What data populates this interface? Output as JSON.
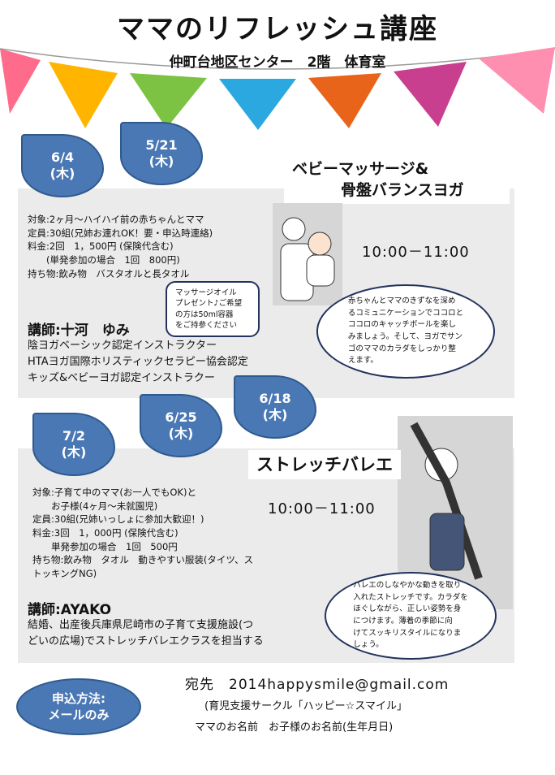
{
  "header": {
    "title_main": "ママの",
    "title_small": "リフレッシュ講座",
    "venue": "仲町台地区センター　2階　体育室"
  },
  "flags": {
    "colors": [
      "#ff6b8a",
      "#ffb400",
      "#7cc243",
      "#2ba8e0",
      "#e8641b",
      "#c93f8f",
      "#ff8fb1"
    ]
  },
  "session1": {
    "dates": [
      {
        "date": "6/4",
        "day": "(木)"
      },
      {
        "date": "5/21",
        "day": "(木)"
      }
    ],
    "title_line1": "ベビーマッサージ&",
    "title_line2": "骨盤バランスヨガ",
    "time": "10:00－11:00",
    "info": [
      "対象:2ヶ月～ハイハイ前の赤ちゃんとママ",
      "定員:30組(兄姉お連れOK！要・申込時連絡)",
      "料金:2回　1，500円 (保険代含む)",
      "　　(単発参加の場合　1回　800円)",
      "持ち物:飲み物　バスタオルと長タオル"
    ],
    "note": [
      "マッサージオイル",
      "プレゼント♪ご希望",
      "の方は50ml容器",
      "をご持参ください"
    ],
    "teacher": "講師:十河　ゆみ",
    "credentials": [
      "陰ヨガベーシック認定インストラクター",
      "HTAヨガ国際ホリスティックセラピー協会認定",
      "キッズ&ベビーヨガ認定インストラクー"
    ],
    "bubble": [
      "赤ちゃんとママのきずなを深め",
      "るコミュニケーションでココロと",
      "ココロのキャッチボールを楽し",
      "みましょう。そして、ヨガでサン",
      "ゴのママのカラダをしっかり整",
      "えます。"
    ]
  },
  "session2": {
    "dates": [
      {
        "date": "7/2",
        "day": "(木)"
      },
      {
        "date": "6/25",
        "day": "(木)"
      },
      {
        "date": "6/18",
        "day": "(木)"
      }
    ],
    "title": "ストレッチバレエ",
    "time": "10:00－11:00",
    "info": [
      "対象:子育て中のママ(お一人でもOK)と",
      "　　お子様(4ヶ月～未就園児)",
      "定員:30組(兄姉いっしょに参加大歓迎！)",
      "料金:3回　1，000円 (保険代含む)",
      "　　単発参加の場合　1回　500円",
      "持ち物:飲み物　タオル　動きやすい服装(タイツ、ス",
      "トッキングNG)"
    ],
    "teacher": "講師:AYAKO",
    "credentials": [
      "結婚、出産後兵庫県尼崎市の子育て支援施設(つ",
      "どいの広場)でストレッチバレエクラスを担当する"
    ],
    "bubble": [
      "バレエのしなやかな動きを取り",
      "入れたストレッチです。カラダを",
      "ほぐしながら、正しい姿勢を身",
      "につけます。薄着の季節に向",
      "けてスッキリスタイルになりま",
      "しょう。"
    ]
  },
  "footer": {
    "apply_line1": "申込方法:",
    "apply_line2": "メールのみ",
    "address": "宛先　2014happysmile@gmail.com",
    "circle": "(育児支援サークル「ハッピー☆スマイル」",
    "names": "ママのお名前　お子様のお名前(生年月日)"
  }
}
